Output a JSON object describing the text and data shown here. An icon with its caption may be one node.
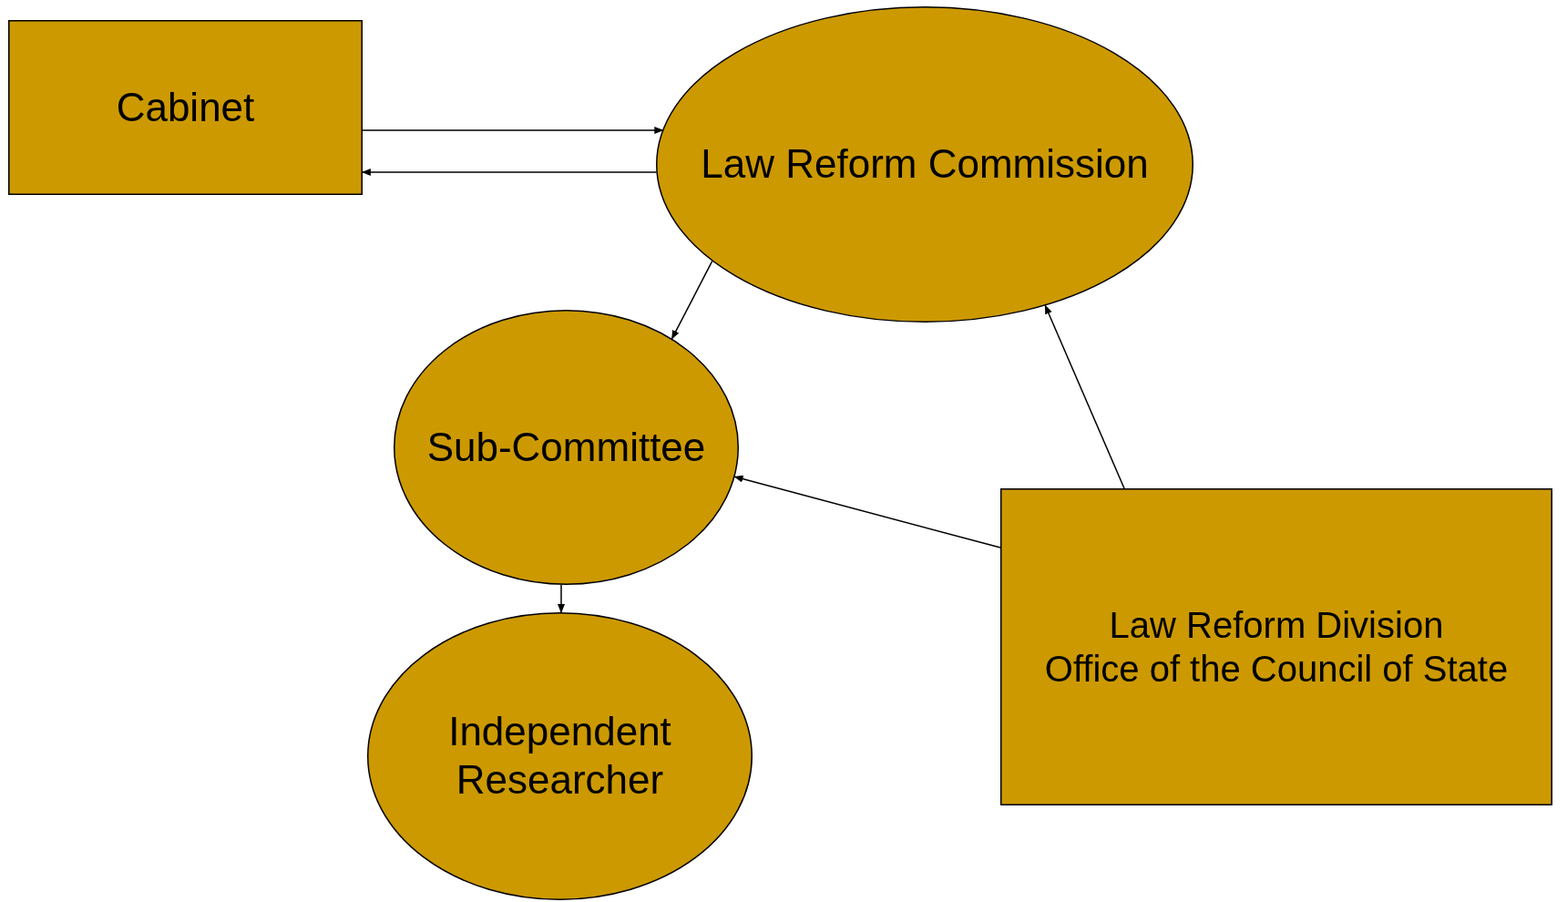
{
  "diagram": {
    "nodes": [
      {
        "text": [
          "Cabinet"
        ]
      },
      {
        "text": [
          "Law Reform Commission"
        ]
      },
      {
        "text": [
          "Sub-Committee"
        ]
      },
      {
        "text": [
          "Independent Researcher"
        ]
      },
      {
        "text": [
          "Law Reform Division",
          "Office of the Council of State"
        ]
      }
    ],
    "edges": [
      {
        "from": 0,
        "to": 1,
        "arrow": "to"
      },
      {
        "from": 1,
        "to": 0,
        "arrow": "to"
      },
      {
        "from": 1,
        "to": 2,
        "arrow": "to"
      },
      {
        "from": 4,
        "to": 1,
        "arrow": "to"
      },
      {
        "from": 4,
        "to": 2,
        "arrow": "to"
      },
      {
        "from": 2,
        "to": 3,
        "arrow": "to"
      }
    ]
  }
}
